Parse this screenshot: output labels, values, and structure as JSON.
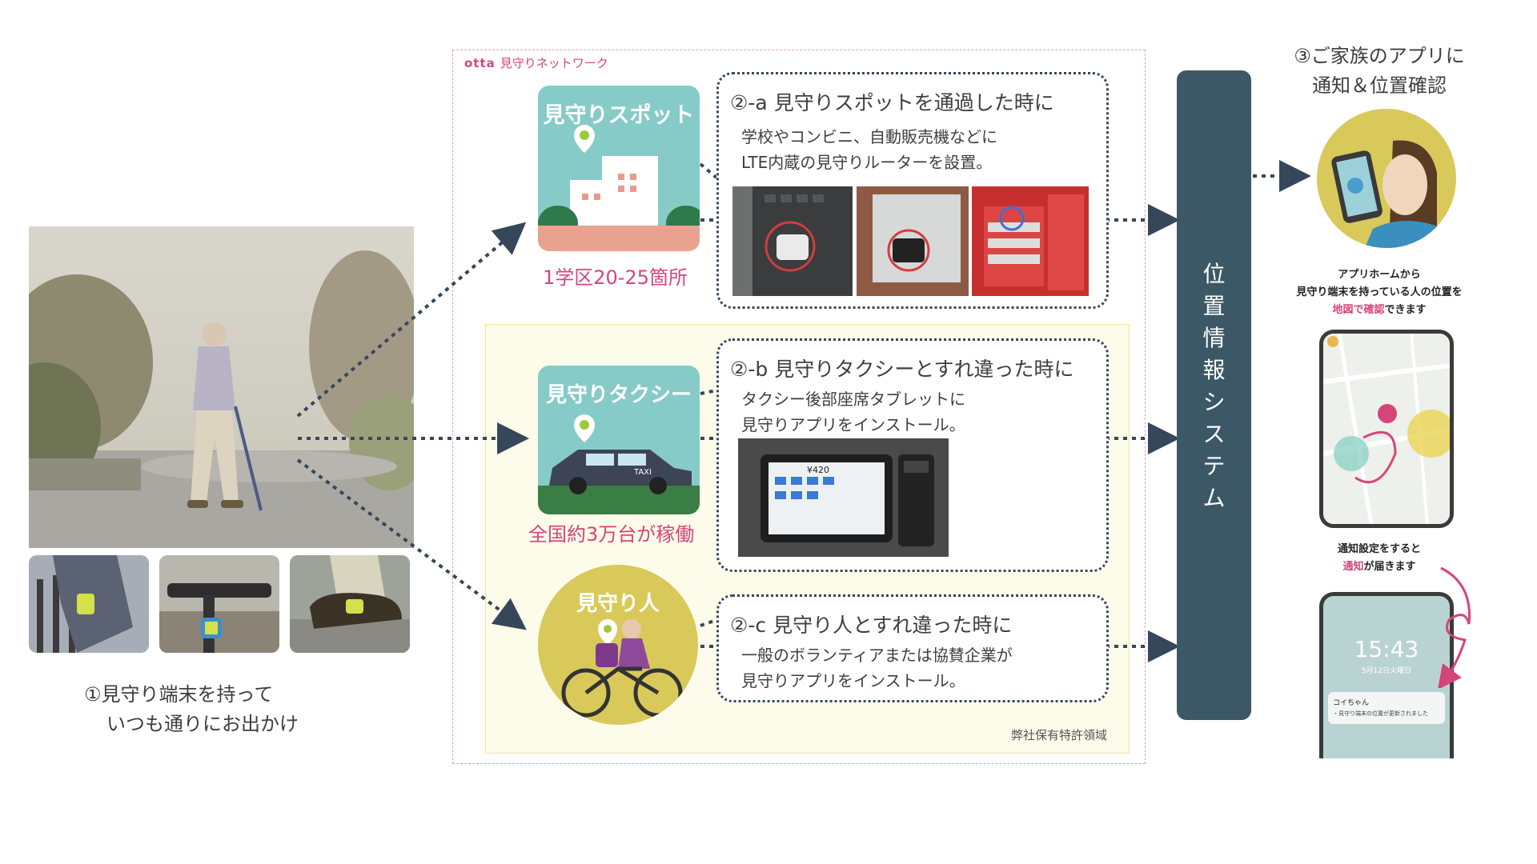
{
  "network": {
    "logo": "otta",
    "title": "見守りネットワーク"
  },
  "patent_label": "弊社保有特許領域",
  "step1": {
    "line1": "①見守り端末を持って",
    "line2": "いつも通りにお出かけ"
  },
  "spot": {
    "badge": "見守りスポット",
    "stat": "1学区20-25箇所",
    "title": "②-a 見守りスポットを通過した時に",
    "line1": "学校やコンビニ、自動販売機などに",
    "line2": "LTE内蔵の見守りルーターを設置。"
  },
  "taxi": {
    "badge": "見守りタクシー",
    "stat": "全国約3万台が稼働",
    "title": "②-b 見守りタクシーとすれ違った時に",
    "line1": "タクシー後部座席タブレットに",
    "line2": "見守りアプリをインストール。",
    "car_label": "TAXI",
    "tablet_price": "¥420"
  },
  "person": {
    "badge": "見守り人",
    "title": "②-c 見守り人とすれ違った時に",
    "line1": "一般のボランティアまたは協賛企業が",
    "line2": "見守りアプリをインストール。"
  },
  "system": {
    "label": "位置情報システム"
  },
  "step3": {
    "line1": "③ご家族のアプリに",
    "line2": "通知＆位置確認"
  },
  "app_note": {
    "line1": "アプリホームから",
    "line2": "見守り端末を持っている人の位置を",
    "highlight": "地図で確認",
    "suffix": "できます"
  },
  "notify_note": {
    "line1": "通知設定をすると",
    "highlight": "通知",
    "suffix": "が届きます"
  },
  "lock": {
    "time": "15:43",
    "date": "5月12日火曜日",
    "name": "コイちゃん",
    "message": "・見守り端末の位置が更新されました"
  },
  "colors": {
    "accent": "#d6457a",
    "system": "#3c5866",
    "arrow": "#36475a",
    "patent_bg": "#fdfbe9"
  }
}
